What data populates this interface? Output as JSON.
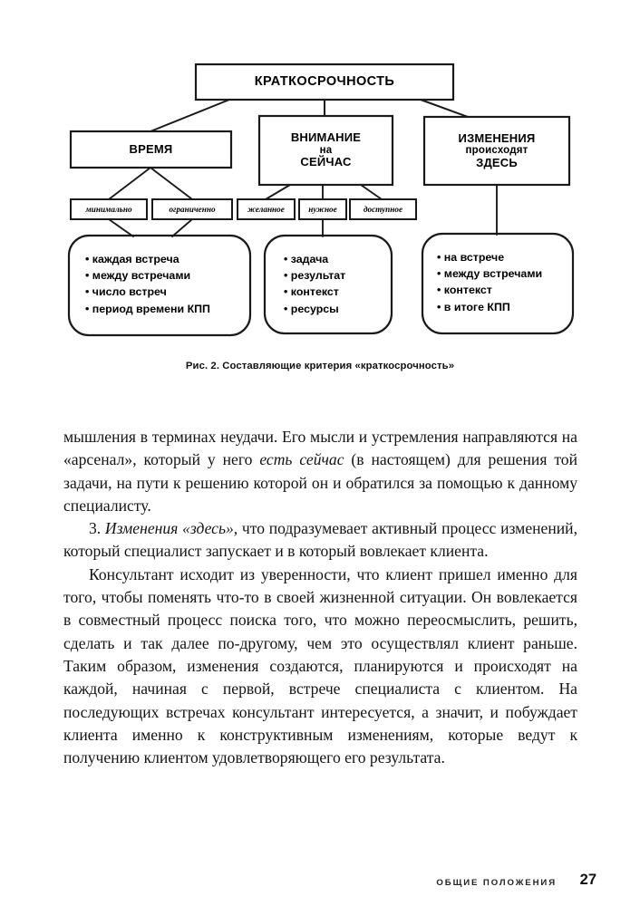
{
  "figure": {
    "root": {
      "label": "КРАТКОСРОЧНОСТЬ"
    },
    "branches": [
      {
        "line1": "ВРЕМЯ",
        "line2": "",
        "line3": ""
      },
      {
        "line1": "ВНИМАНИЕ",
        "line2": "на",
        "line3": "СЕЙЧАС"
      },
      {
        "line1": "ИЗМЕНЕНИЯ",
        "line2": "происходят",
        "line3": "ЗДЕСЬ"
      }
    ],
    "tags": [
      {
        "label": "минимально"
      },
      {
        "label": "ограниченно"
      },
      {
        "label": "желанное"
      },
      {
        "label": "нужное"
      },
      {
        "label": "доступное"
      }
    ],
    "lists": [
      {
        "items": [
          "каждая встреча",
          "между встречами",
          "число встреч",
          "период времени КПП"
        ]
      },
      {
        "items": [
          "задача",
          "результат",
          "контекст",
          "ресурсы"
        ]
      },
      {
        "items": [
          "на встрече",
          "между встречами",
          "контекст",
          "в итоге КПП"
        ]
      }
    ],
    "caption": "Рис. 2. Составляющие критерия «краткосрочность»"
  },
  "body": {
    "p1_a": "мышления в терминах неудачи. Его мысли и устремления направляются на «арсенал», который у него ",
    "p1_em": "есть сейчас",
    "p1_b": " (в настоящем) для решения той задачи, на пути к решению которой он и обратился за помощью к данному специалисту.",
    "p2_a": "3. ",
    "p2_em": "Изменения «здесь»",
    "p2_b": ", что подразумевает активный процесс изменений, который специалист запускает и в который вовлекает клиента.",
    "p3": "Консультант исходит из уверенности, что клиент пришел именно для того, чтобы поменять что-то в своей жизненной ситуации. Он вовлекается в совместный процесс поиска того, что можно переосмыслить, решить, сделать и так далее по-другому, чем это осуществлял клиент раньше. Таким образом, изменения создаются, планируются и происходят на каждой, начиная с первой, встрече специалиста с клиентом. На последующих встречах консультант интересуется, а значит, и побуждает клиента именно к конструктивным изменениям, которые ведут к получению клиентом удовлетворяющего его результата."
  },
  "footer": {
    "section": "Общие положения",
    "page": "27"
  },
  "colors": {
    "ink": "#111111",
    "line": "#1a1a1a",
    "page": "#ffffff"
  }
}
